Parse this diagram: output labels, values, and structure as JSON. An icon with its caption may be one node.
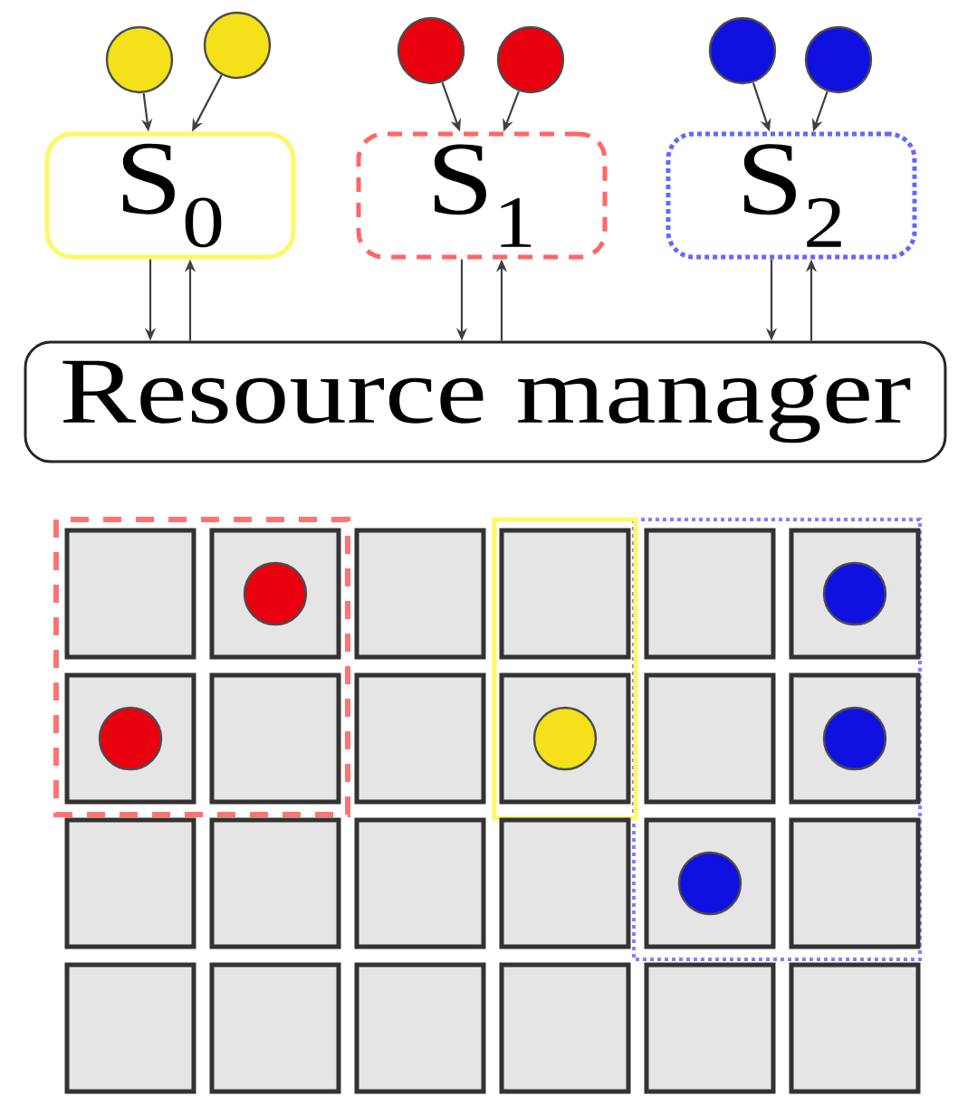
{
  "diagram": {
    "nodes": [
      {
        "text": [],
        "shape": "circle"
      },
      {
        "text": [],
        "shape": "circle"
      },
      {
        "text": [],
        "shape": "circle"
      },
      {
        "text": [],
        "shape": "circle"
      },
      {
        "text": [],
        "shape": "circle"
      },
      {
        "text": [],
        "shape": "circle"
      },
      {
        "text": [
          "S$_{0}$"
        ]
      },
      {
        "text": [
          "S$_{1}$"
        ]
      },
      {
        "text": [
          "S$_{2}$"
        ]
      },
      {
        "text": [
          "Resource manager"
        ]
      }
    ],
    "edges": [
      {
        "from": 0,
        "to": 6,
        "arrow": "to"
      },
      {
        "from": 1,
        "to": 6,
        "arrow": "to"
      },
      {
        "from": 2,
        "to": 7,
        "arrow": "to"
      },
      {
        "from": 3,
        "to": 7,
        "arrow": "to"
      },
      {
        "from": 4,
        "to": 8,
        "arrow": "to"
      },
      {
        "from": 5,
        "to": 8,
        "arrow": "to"
      },
      {
        "from": 6,
        "to": 9,
        "arrow": "to"
      },
      {
        "from": 9,
        "to": 6,
        "arrow": "to"
      },
      {
        "from": 7,
        "to": 9,
        "arrow": "to"
      },
      {
        "from": 9,
        "to": 7,
        "arrow": "to"
      },
      {
        "from": 8,
        "to": 9,
        "arrow": "to"
      },
      {
        "from": 9,
        "to": 8,
        "arrow": "to"
      }
    ]
  }
}
